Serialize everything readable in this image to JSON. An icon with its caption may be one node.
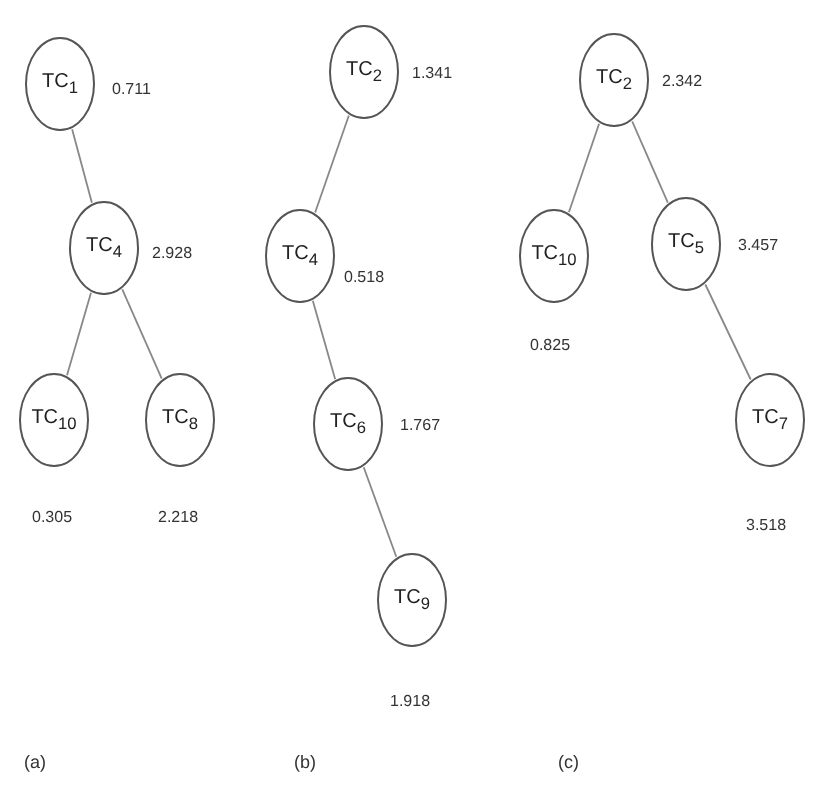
{
  "diagram": {
    "nodes": [
      {
        "text": [
          "TC$_{1}$"
        ],
        "beside": [
          "0.711"
        ]
      },
      {
        "text": [
          "TC$_{4}$"
        ],
        "beside": [
          "2.928"
        ]
      },
      {
        "text": [
          "TC$_{10}$"
        ],
        "beside": [
          "0.305"
        ]
      },
      {
        "text": [
          "TC$_{8}$"
        ],
        "beside": [
          "2.218"
        ]
      },
      {
        "text": [
          "TC$_{2}$"
        ],
        "beside": [
          "1.341"
        ]
      },
      {
        "text": [
          "TC$_{4}$"
        ],
        "beside": [
          "0.518"
        ]
      },
      {
        "text": [
          "TC$_{6}$"
        ],
        "beside": [
          "1.767"
        ]
      },
      {
        "text": [
          "TC$_{9}$"
        ],
        "beside": [
          "1.918"
        ]
      },
      {
        "text": [
          "TC$_{2}$"
        ],
        "beside": [
          "2.342"
        ]
      },
      {
        "text": [
          "TC$_{10}$"
        ],
        "beside": [
          "0.825"
        ]
      },
      {
        "text": [
          "TC$_{5}$"
        ],
        "beside": [
          "3.457"
        ]
      },
      {
        "text": [
          "TC$_{7}$"
        ],
        "beside": [
          "3.518"
        ]
      }
    ],
    "edges": [
      {
        "from": 0,
        "to": 1,
        "arrow": "none"
      },
      {
        "from": 1,
        "to": 2,
        "arrow": "none"
      },
      {
        "from": 1,
        "to": 3,
        "arrow": "none"
      },
      {
        "from": 4,
        "to": 5,
        "arrow": "none"
      },
      {
        "from": 5,
        "to": 6,
        "arrow": "none"
      },
      {
        "from": 6,
        "to": 7,
        "arrow": "none"
      },
      {
        "from": 8,
        "to": 9,
        "arrow": "none"
      },
      {
        "from": 8,
        "to": 10,
        "arrow": "none"
      },
      {
        "from": 10,
        "to": 11,
        "arrow": "none"
      }
    ],
    "labels": [
      "(a)",
      "(b)",
      "(c)"
    ]
  }
}
